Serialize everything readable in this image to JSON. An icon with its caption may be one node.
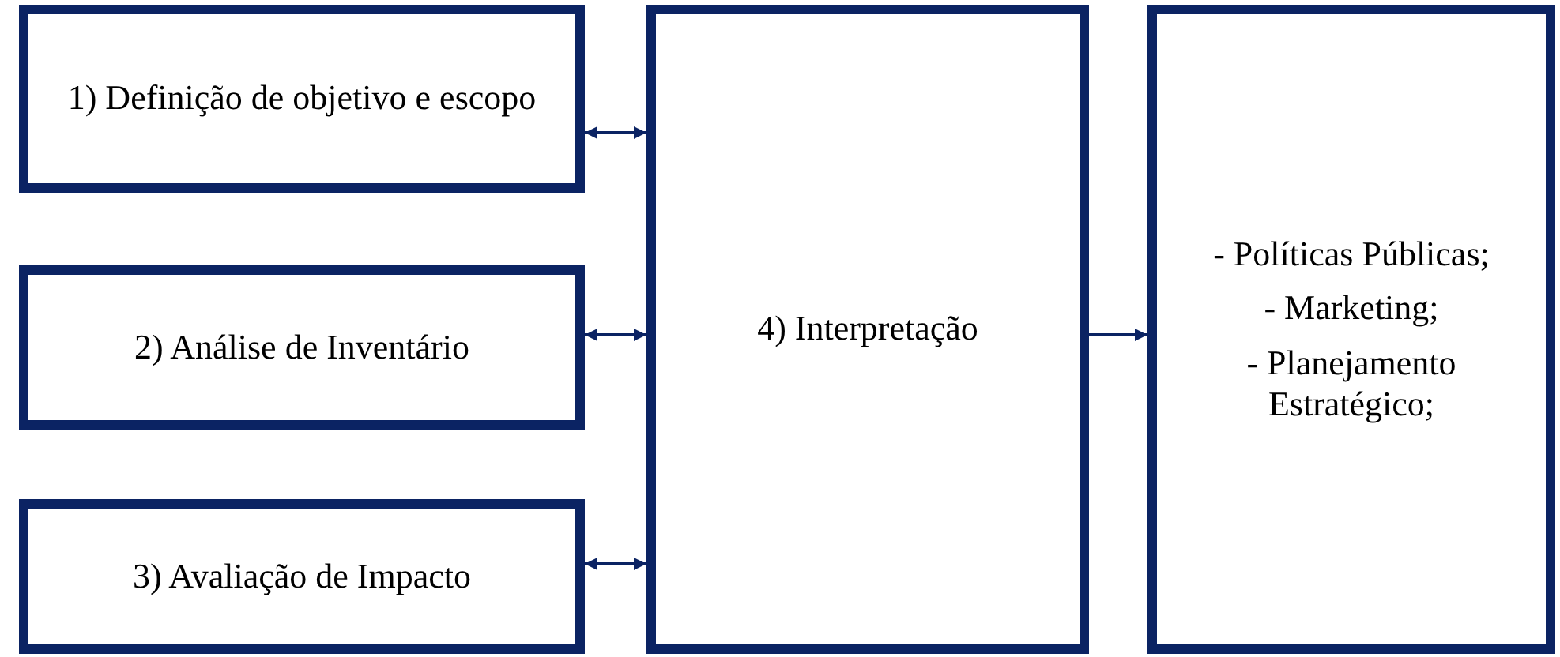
{
  "diagram": {
    "nodes": [
      {
        "text": [
          "1) Definição de objetivo e escopo"
        ]
      },
      {
        "text": [
          "2) Análise de Inventário"
        ]
      },
      {
        "text": [
          "3) Avaliação de Impacto"
        ]
      },
      {
        "text": [
          "4) Interpretação"
        ]
      },
      {
        "text": [
          "- Políticas Públicas;",
          "- Marketing;",
          "- Planejamento Estratégico;"
        ]
      }
    ],
    "edges": [
      {
        "from": 0,
        "to": 3,
        "arrow": "both"
      },
      {
        "from": 1,
        "to": 3,
        "arrow": "both"
      },
      {
        "from": 2,
        "to": 3,
        "arrow": "both"
      },
      {
        "from": 3,
        "to": 4,
        "arrow": "to"
      }
    ]
  }
}
